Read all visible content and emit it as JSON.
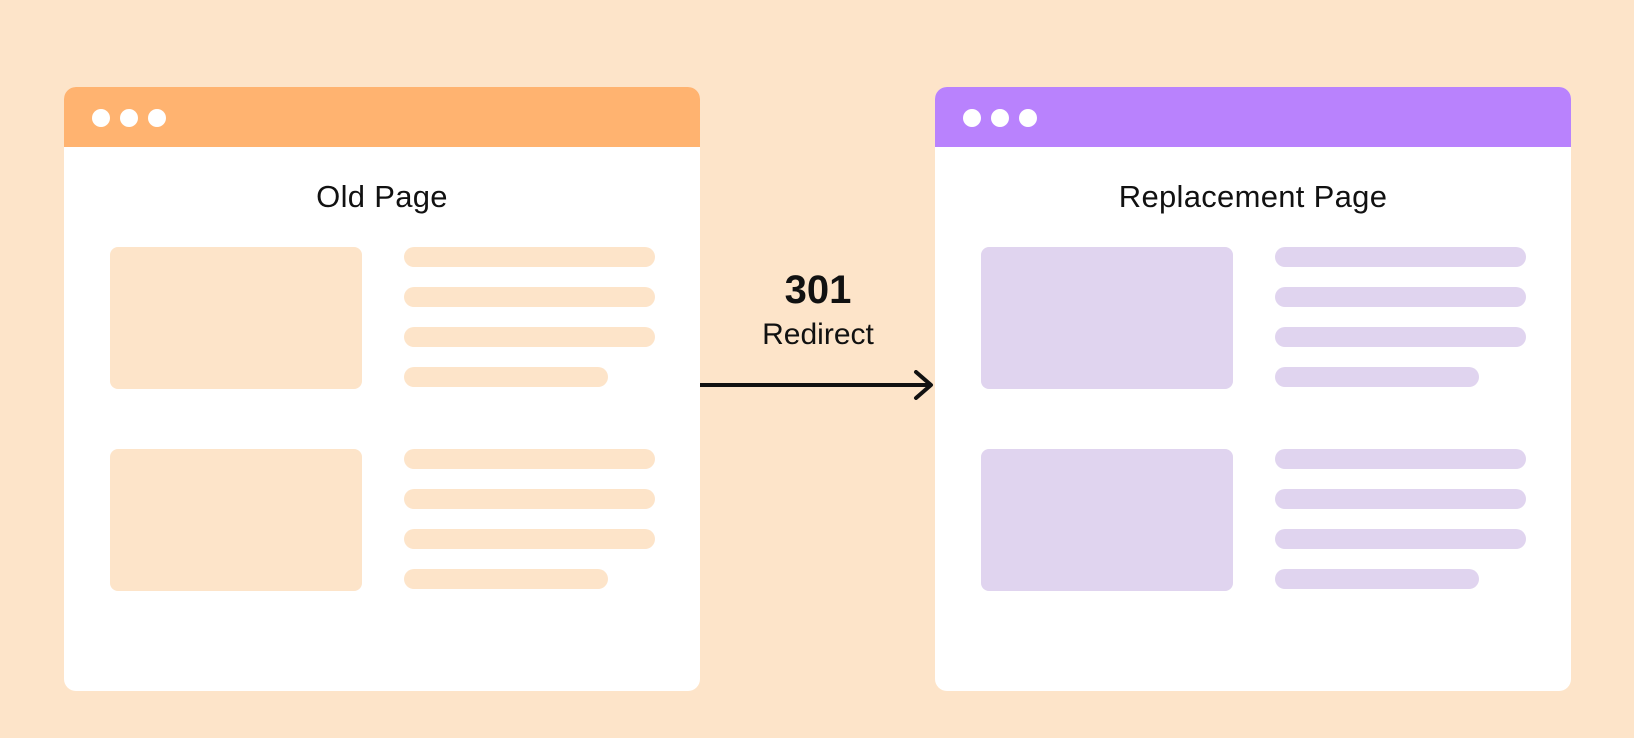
{
  "colors": {
    "background": "#fde4c9",
    "window_bg": "#ffffff",
    "old_accent": "#ffb370",
    "old_placeholder": "#fde4c9",
    "new_accent": "#b982fd",
    "new_placeholder": "#e0d4ef",
    "text": "#111111"
  },
  "old_page": {
    "title": "Old Page"
  },
  "new_page": {
    "title": "Replacement Page"
  },
  "redirect": {
    "code": "301",
    "label": "Redirect"
  },
  "icons": {
    "window_controls": "window-dots-icon",
    "arrow": "arrow-right-icon"
  }
}
